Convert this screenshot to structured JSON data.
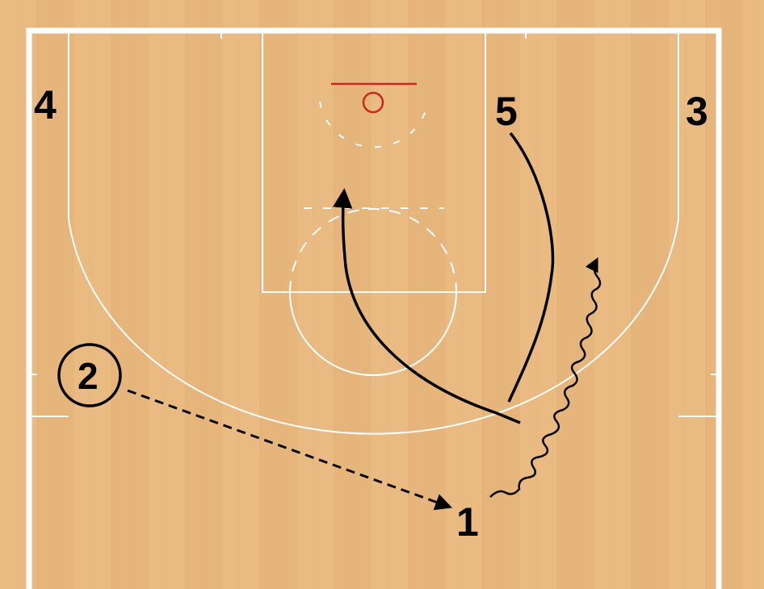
{
  "colors": {
    "floor": "#e6b57c",
    "court_lines": "#ffffff",
    "rim": "#c8281e",
    "play_lines": "#000000"
  },
  "players": {
    "p1": "1",
    "p2": "2",
    "p3": "3",
    "p4": "4",
    "p5": "5"
  }
}
